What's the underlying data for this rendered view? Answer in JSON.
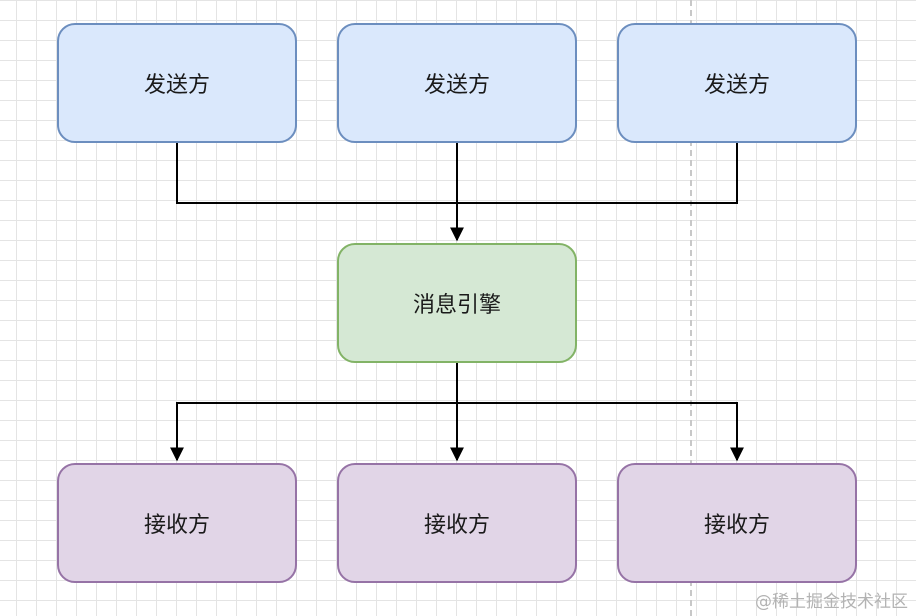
{
  "diagram": {
    "senders": [
      {
        "label": "发送方"
      },
      {
        "label": "发送方"
      },
      {
        "label": "发送方"
      }
    ],
    "engine": {
      "label": "消息引擎"
    },
    "receivers": [
      {
        "label": "接收方"
      },
      {
        "label": "接收方"
      },
      {
        "label": "接收方"
      }
    ],
    "edges": [
      {
        "from": "sender-1",
        "to": "engine"
      },
      {
        "from": "sender-2",
        "to": "engine"
      },
      {
        "from": "sender-3",
        "to": "engine"
      },
      {
        "from": "engine",
        "to": "receiver-1"
      },
      {
        "from": "engine",
        "to": "receiver-2"
      },
      {
        "from": "engine",
        "to": "receiver-3"
      }
    ]
  },
  "colors": {
    "sender_fill": "#dae8fc",
    "sender_stroke": "#6c8ebf",
    "engine_fill": "#d5e8d4",
    "engine_stroke": "#82b366",
    "receiver_fill": "#e1d5e7",
    "receiver_stroke": "#9673a6",
    "edge": "#000000"
  },
  "watermark": "@稀土掘金技术社区"
}
